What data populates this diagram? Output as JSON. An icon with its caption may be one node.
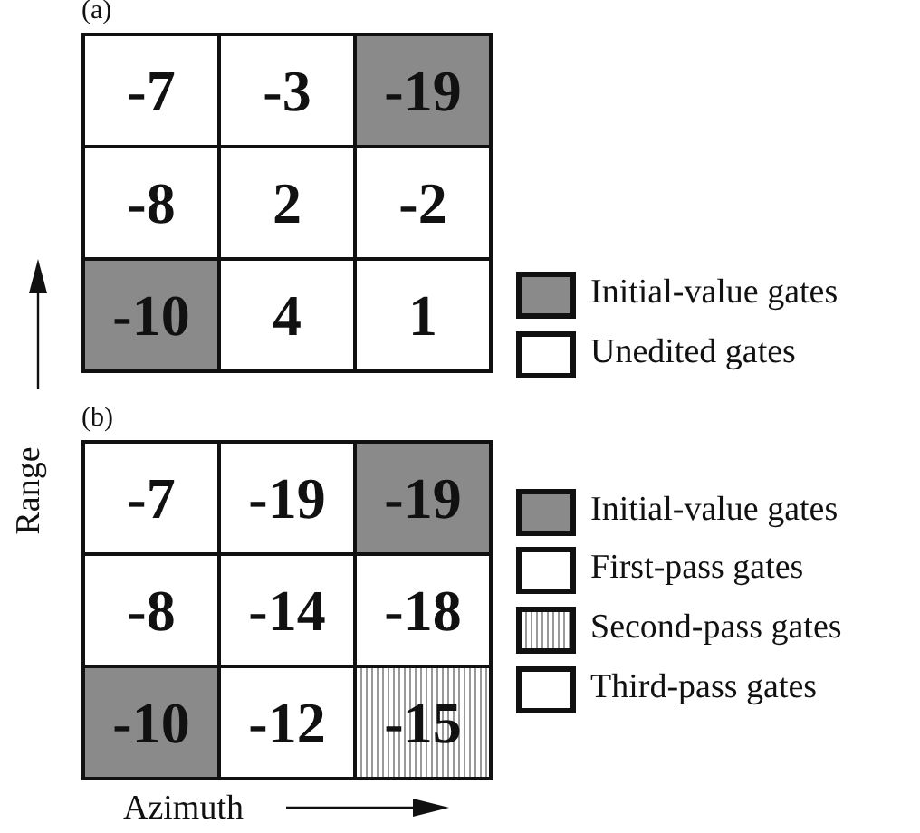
{
  "diagram": {
    "labels": [
      "(a)",
      "-7",
      "-3",
      "-19",
      "-8",
      "2",
      "-2",
      "-10",
      "4",
      "1",
      "(b)",
      "-7",
      "-19",
      "-19",
      "-8",
      "-14",
      "-18",
      "-10",
      "-12",
      "-15",
      "Range",
      "Azimuth"
    ],
    "legend": [
      {
        "text": "Initial-value gates",
        "color": "#8a8a8a"
      },
      {
        "text": "Unedited gates",
        "color": "#ffffff"
      },
      {
        "text": "Initial-value gates",
        "color": "#8a8a8a"
      },
      {
        "text": "First-pass gates",
        "color": "#ffffff"
      },
      {
        "text": "Second-pass gates"
      },
      {
        "text": "Third-pass gates",
        "color": "#ffffff"
      }
    ]
  }
}
